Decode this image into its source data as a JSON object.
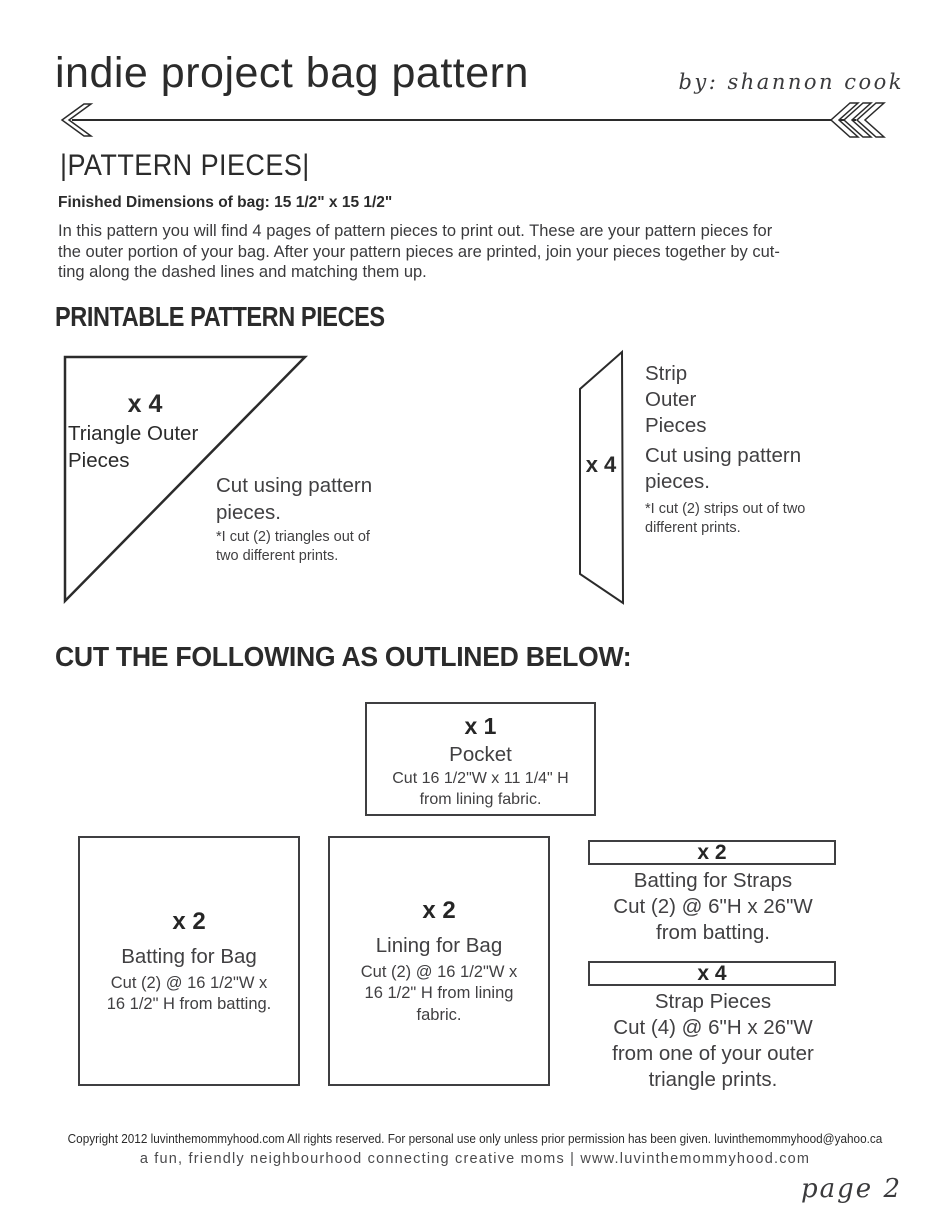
{
  "colors": {
    "ink": "#2b2b2b",
    "gray_text": "#414042",
    "box_border": "#3f3f41"
  },
  "header": {
    "title": "indie project bag pattern",
    "byline": "by: shannon cook"
  },
  "pattern_pieces": {
    "heading": "|PATTERN PIECES|",
    "finished_dimensions": "Finished Dimensions of bag: 15 1/2\" x 15 1/2\"",
    "intro_lines": [
      "In this pattern you will find 4 pages of pattern pieces to print out.  These are your pattern pieces for",
      "the outer portion of your bag.  After your pattern pieces are printed, join your pieces together by cut-",
      "ting along the dashed lines and matching them up."
    ]
  },
  "printable": {
    "heading": "PRINTABLE PATTERN PIECES",
    "triangle": {
      "count": "x 4",
      "label": "Triangle Outer\nPieces",
      "instruction": "Cut using pattern\npieces.",
      "note": "*I cut (2) triangles out of\ntwo different prints."
    },
    "strip": {
      "count": "x 4",
      "label": "Strip\nOuter\nPieces",
      "instruction": "Cut using pattern\npieces.",
      "note": "*I cut (2) strips out of two\ndifferent prints."
    }
  },
  "cutting": {
    "heading": "CUT THE FOLLOWING AS OUTLINED BELOW:",
    "pocket": {
      "count": "x 1",
      "name": "Pocket",
      "details": "Cut 16 1/2\"W x 11 1/4\" H\nfrom lining fabric."
    },
    "batting_bag": {
      "count": "x 2",
      "name": "Batting for Bag",
      "details": "Cut (2) @ 16 1/2\"W x\n16 1/2\" H from batting."
    },
    "lining_bag": {
      "count": "x 2",
      "name": "Lining for Bag",
      "details": "Cut (2) @ 16 1/2\"W x\n16 1/2\" H from lining\nfabric."
    },
    "batting_straps": {
      "count": "x 2",
      "details": "Batting for Straps\nCut (2) @ 6\"H x 26\"W\nfrom batting."
    },
    "strap_pieces": {
      "count": "x 4",
      "details": "Strap Pieces\nCut (4) @ 6\"H x 26\"W\nfrom one of your outer\ntriangle prints."
    }
  },
  "footer": {
    "copyright": "Copyright 2012 luvinthemommyhood.com All rights reserved. For personal use only unless prior permission has been given. luvinthemommyhood@yahoo.ca",
    "tagline": "a fun, friendly neighbourhood connecting creative moms | www.luvinthemommyhood.com",
    "page_number": "page 2"
  }
}
